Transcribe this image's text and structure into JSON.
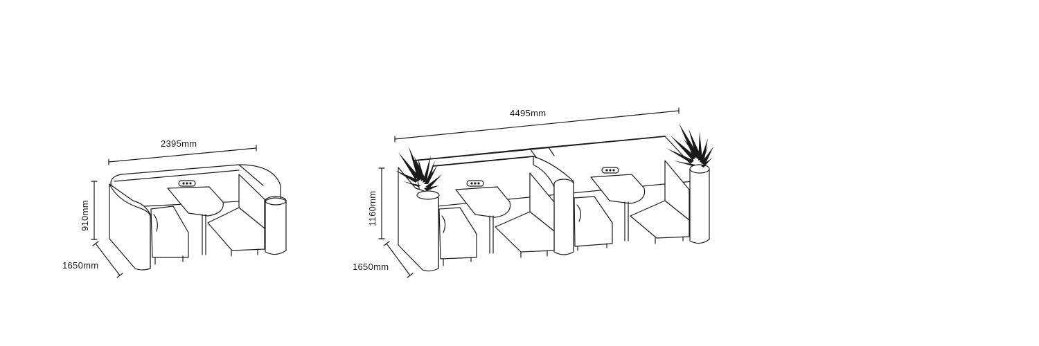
{
  "small_unit": {
    "width_label": "2395mm",
    "height_label": "910mm",
    "depth_label": "1650mm"
  },
  "large_unit": {
    "width_label": "4495mm",
    "height_label": "1160mm",
    "depth_label": "1650mm"
  },
  "colors": {
    "ink": "#1a1a1a",
    "background": "#ffffff"
  }
}
